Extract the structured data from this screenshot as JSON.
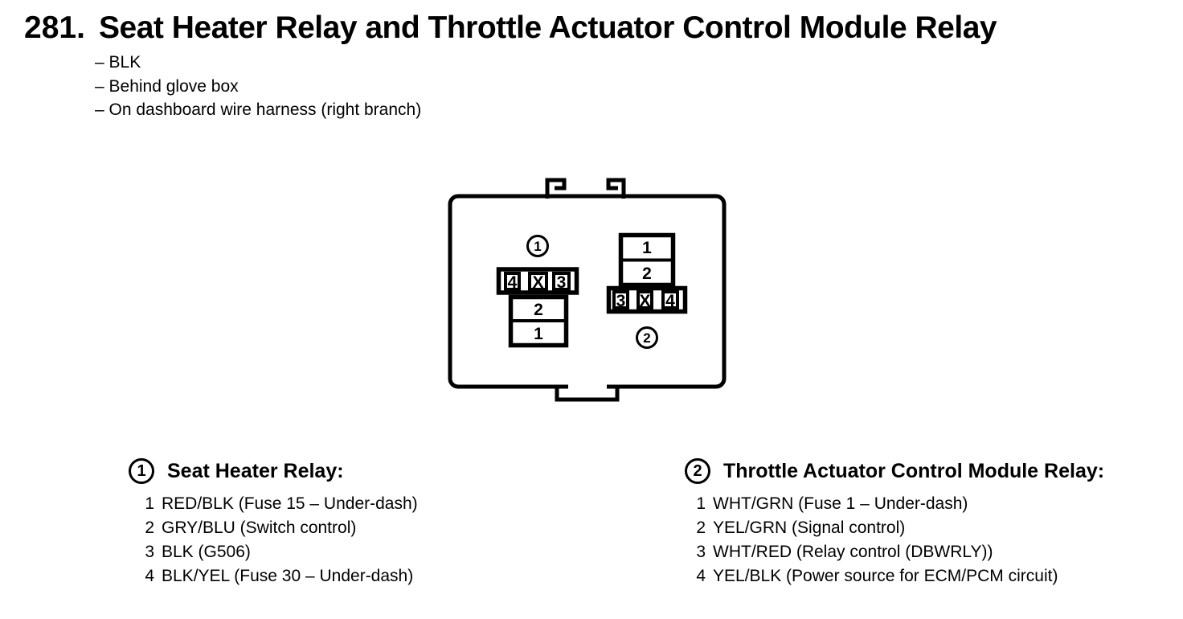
{
  "header": {
    "number": "281.",
    "title": "Seat Heater Relay and Throttle Actuator Control Module Relay",
    "bullets": [
      "– BLK",
      "– Behind glove box",
      "– On dashboard wire harness (right branch)"
    ]
  },
  "diagram": {
    "connector1": {
      "marker": "1",
      "row_pins": [
        "4",
        "X",
        "3"
      ],
      "stack_pins": [
        "2",
        "1"
      ]
    },
    "connector2": {
      "marker": "2",
      "stack_pins": [
        "1",
        "2"
      ],
      "row_pins": [
        "3",
        "X",
        "4"
      ]
    }
  },
  "legend": {
    "left": {
      "marker": "1",
      "title": "Seat Heater Relay:",
      "items": [
        {
          "num": "1",
          "desc": "RED/BLK (Fuse 15 – Under-dash)"
        },
        {
          "num": "2",
          "desc": "GRY/BLU (Switch control)"
        },
        {
          "num": "3",
          "desc": "BLK (G506)"
        },
        {
          "num": "4",
          "desc": "BLK/YEL (Fuse 30 – Under-dash)"
        }
      ]
    },
    "right": {
      "marker": "2",
      "title": "Throttle Actuator Control Module Relay:",
      "items": [
        {
          "num": "1",
          "desc": "WHT/GRN (Fuse 1 – Under-dash)"
        },
        {
          "num": "2",
          "desc": "YEL/GRN (Signal control)"
        },
        {
          "num": "3",
          "desc": "WHT/RED (Relay control (DBWRLY))"
        },
        {
          "num": "4",
          "desc": "YEL/BLK (Power source for ECM/PCM circuit)"
        }
      ]
    }
  },
  "colors": {
    "ink": "#000000",
    "paper": "#ffffff"
  }
}
